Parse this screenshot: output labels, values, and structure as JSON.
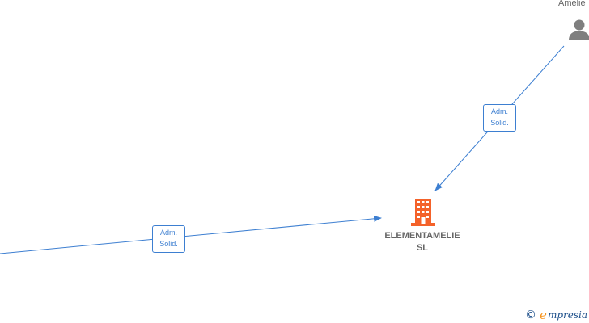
{
  "diagram": {
    "company": {
      "name_line1": "ELEMENTAMELIE",
      "name_line2": "SL",
      "icon": "building-icon",
      "color": "#f4622a"
    },
    "person": {
      "name": "Amelie",
      "icon": "person-icon",
      "color": "#7f7f7f"
    },
    "relations": [
      {
        "line1": "Adm.",
        "line2": "Solid."
      },
      {
        "line1": "Adm.",
        "line2": "Solid."
      }
    ],
    "edge_color": "#3d7fd1"
  },
  "footer": {
    "copyright_symbol": "©",
    "brand_mark": "e",
    "brand_text": "mpresia"
  }
}
